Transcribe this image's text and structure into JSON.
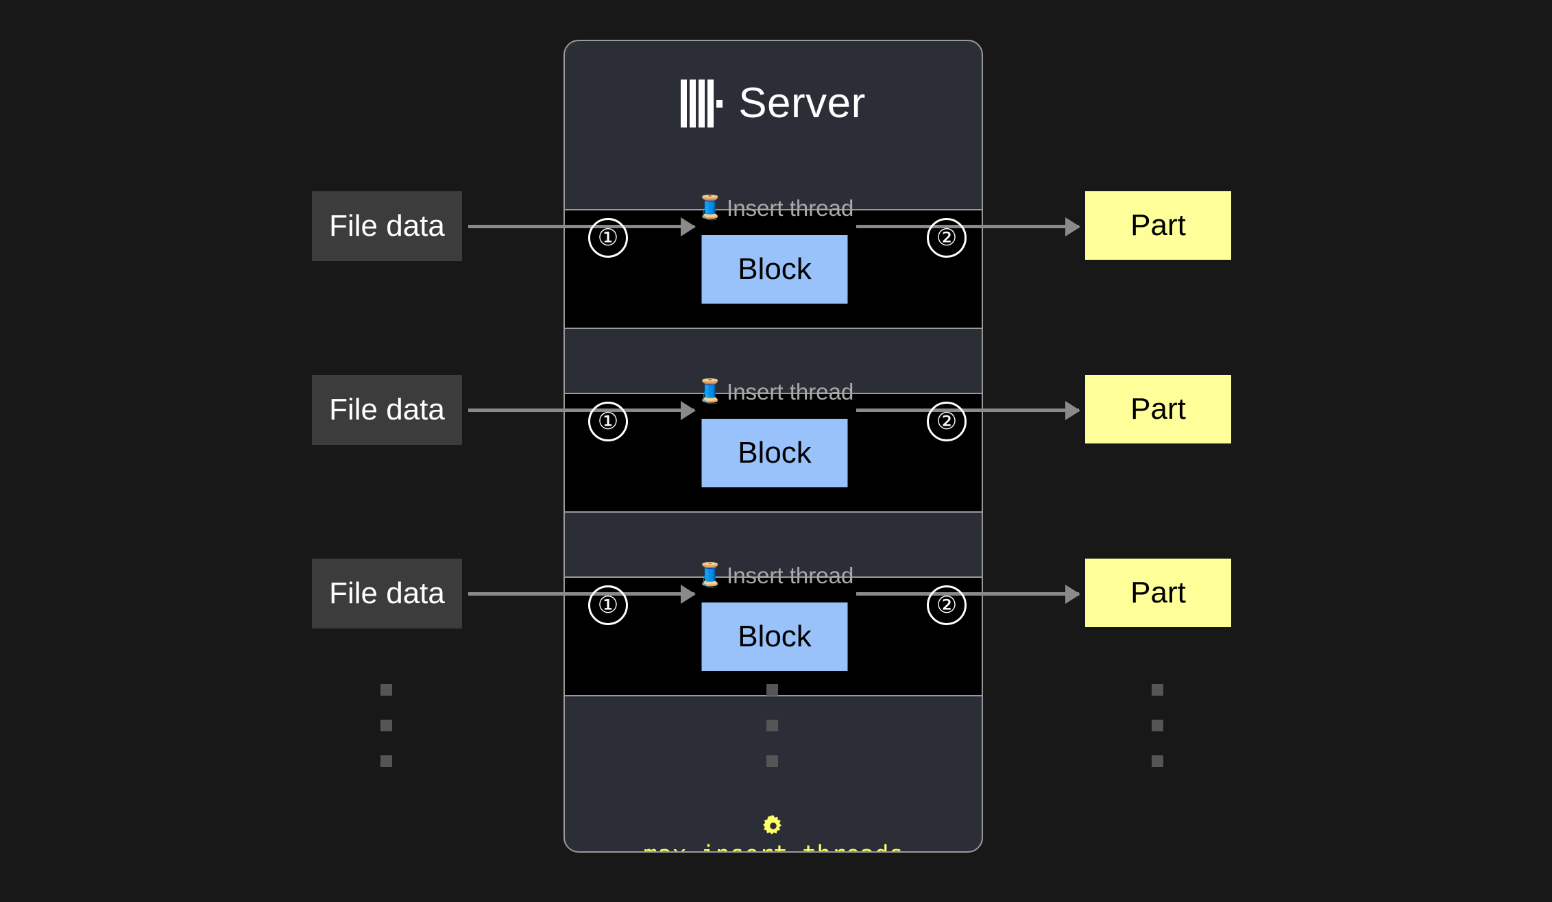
{
  "background_color": "#181818",
  "server": {
    "title": "Server",
    "logo_icon": "clickhouse-logo-icon",
    "panel_color": "#2b2e36",
    "border_color": "#9a9a9a"
  },
  "threads": [
    {
      "label": "Insert thread",
      "emoji": "🧵",
      "emoji_icon": "thread-spool-icon",
      "block_label": "Block",
      "block_color": "#99c2fa",
      "step_in": "①",
      "step_out": "②"
    },
    {
      "label": "Insert thread",
      "emoji": "🧵",
      "emoji_icon": "thread-spool-icon",
      "block_label": "Block",
      "block_color": "#99c2fa",
      "step_in": "①",
      "step_out": "②"
    },
    {
      "label": "Insert thread",
      "emoji": "🧵",
      "emoji_icon": "thread-spool-icon",
      "block_label": "Block",
      "block_color": "#99c2fa",
      "step_in": "①",
      "step_out": "②"
    }
  ],
  "inputs": [
    {
      "label": "File data",
      "color": "#3c3c3c"
    },
    {
      "label": "File data",
      "color": "#3c3c3c"
    },
    {
      "label": "File data",
      "color": "#3c3c3c"
    }
  ],
  "outputs": [
    {
      "label": "Part",
      "color": "#ffff99"
    },
    {
      "label": "Part",
      "color": "#ffff99"
    },
    {
      "label": "Part",
      "color": "#ffff99"
    }
  ],
  "setting": {
    "name": "max_insert_threads",
    "icon": "gear-icon",
    "color": "#ffff66"
  },
  "ellipsis": {
    "count": 3,
    "color": "#555555"
  }
}
